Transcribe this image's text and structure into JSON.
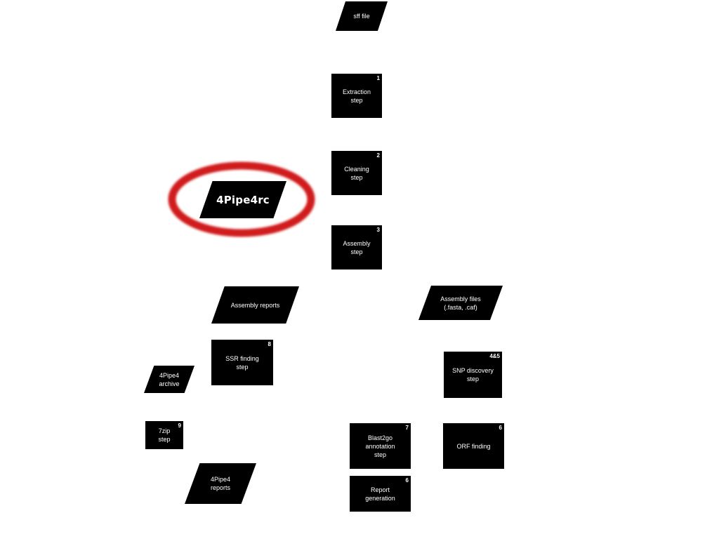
{
  "diagram": {
    "highlight_color": "#d01c1c",
    "shape_color": "#000000",
    "text_color": "#ffffff",
    "nodes": {
      "sff_file": {
        "label": "sff file"
      },
      "extraction": {
        "label": "Extraction\nstep",
        "number": "1"
      },
      "cleaning": {
        "label": "Cleaning\nstep",
        "number": "2"
      },
      "assembly": {
        "label": "Assembly\nstep",
        "number": "3"
      },
      "tool_name": {
        "label": "4Pipe4rc"
      },
      "assembly_reports": {
        "label": "Assembly reports"
      },
      "assembly_files": {
        "label": "Assembly files\n(.fasta, .caf)"
      },
      "ssr": {
        "label": "SSR finding\nstep",
        "number": "8"
      },
      "snp": {
        "label": "SNP discovery\nstep",
        "number": "4&5"
      },
      "archive": {
        "label": "4Pipe4\narchive"
      },
      "zip": {
        "label": "7zip\nstep",
        "number": "9"
      },
      "blast2go": {
        "label": "Blast2go\nannotation\nstep",
        "number": "7"
      },
      "orf": {
        "label": "ORF finding",
        "number": "6"
      },
      "report_gen": {
        "label": "Report\ngeneration",
        "number": "6"
      },
      "reports": {
        "label": "4Pipe4\nreports"
      }
    }
  }
}
